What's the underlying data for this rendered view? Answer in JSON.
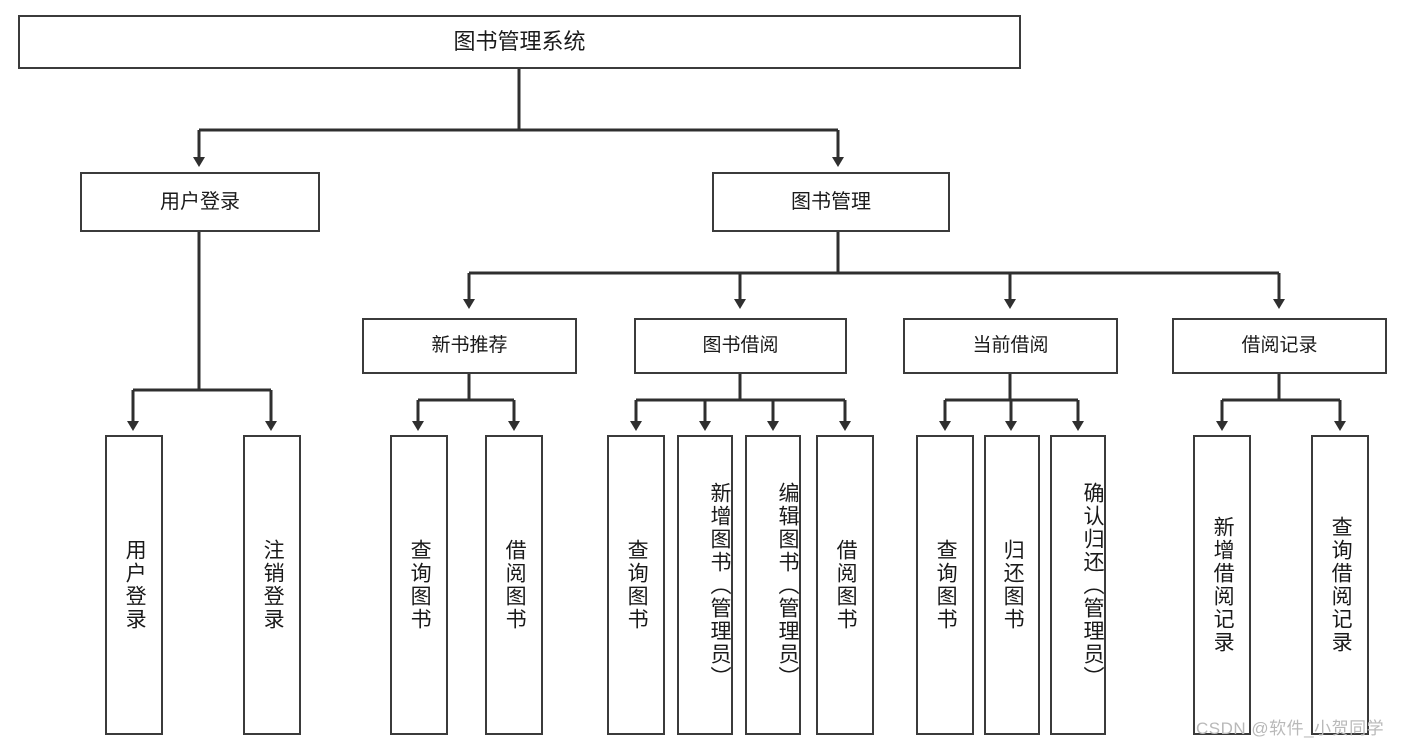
{
  "diagram": {
    "title": "图书管理系统",
    "type": "tree-hierarchy",
    "watermark": "CSDN @软件_小贺同学",
    "accent_border": "#3b3b3b",
    "background": "#ffffff",
    "root": {
      "label": "图书管理系统"
    },
    "level1": [
      {
        "label": "用户登录"
      },
      {
        "label": "图书管理"
      }
    ],
    "level2": [
      {
        "label": "新书推荐"
      },
      {
        "label": "图书借阅"
      },
      {
        "label": "当前借阅"
      },
      {
        "label": "借阅记录"
      }
    ],
    "leaves": {
      "user_login": [
        {
          "label": "用户登录"
        },
        {
          "label": "注销登录"
        }
      ],
      "new_book_recommend": [
        {
          "label": "查询图书"
        },
        {
          "label": "借阅图书"
        }
      ],
      "book_borrow": [
        {
          "label": "查询图书"
        },
        {
          "label": "新增图书（管理员）"
        },
        {
          "label": "编辑图书（管理员）"
        },
        {
          "label": "借阅图书"
        }
      ],
      "current_borrow": [
        {
          "label": "查询图书"
        },
        {
          "label": "归还图书"
        },
        {
          "label": "确认归还（管理员）"
        }
      ],
      "borrow_records": [
        {
          "label": "新增借阅记录"
        },
        {
          "label": "查询借阅记录"
        }
      ]
    }
  }
}
